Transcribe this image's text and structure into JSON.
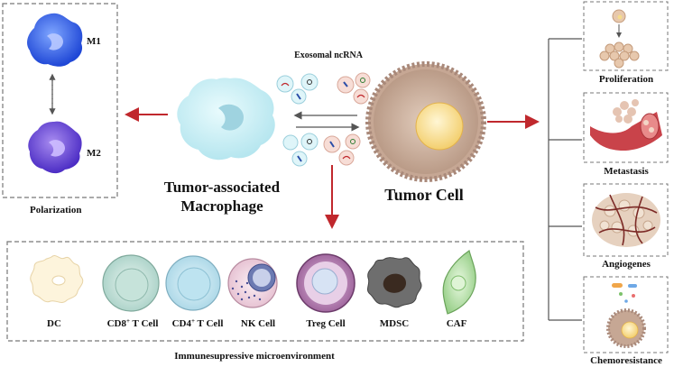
{
  "polarization": {
    "title": "Polarization",
    "m1_label": "M1",
    "m2_label": "M2"
  },
  "center": {
    "exosome_label": "Exosomal ncRNA",
    "macrophage_label_line1": "Tumor-associated",
    "macrophage_label_line2": "Macrophage",
    "tumor_label": "Tumor Cell"
  },
  "immune": {
    "title": "Immunesupressive microenvironment",
    "cells": [
      {
        "name": "DC"
      },
      {
        "name": "CD8",
        "sup": "+",
        "suffix": " T Cell"
      },
      {
        "name": "CD4",
        "sup": "+",
        "suffix": " T Cell"
      },
      {
        "name": "NK Cell"
      },
      {
        "name": "Treg Cell"
      },
      {
        "name": "MDSC"
      },
      {
        "name": "CAF"
      }
    ]
  },
  "effects": [
    {
      "label": "Proliferation"
    },
    {
      "label": "Metastasis"
    },
    {
      "label": "Angiogenes"
    },
    {
      "label": "Chemoresistance"
    }
  ],
  "colors": {
    "arrow_red": "#c0282d",
    "dash_gray": "#777777"
  }
}
